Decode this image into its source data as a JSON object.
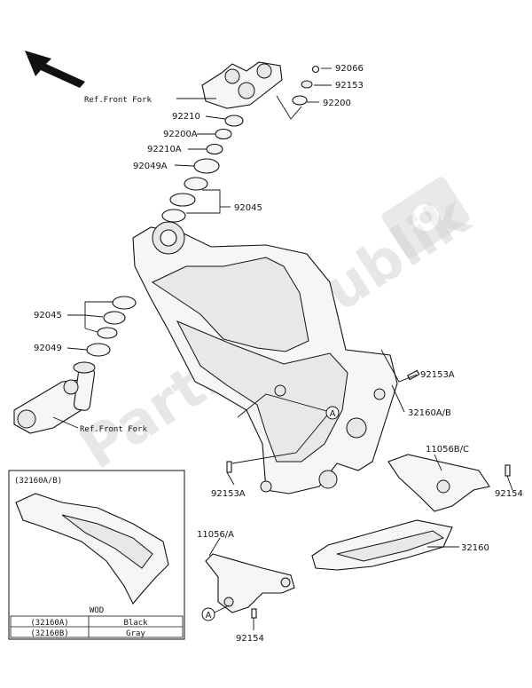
{
  "callouts": {
    "p92066": "92066",
    "p92153": "92153",
    "p92200": "92200",
    "ref_front_fork_top": "Ref.Front Fork",
    "p92210": "92210",
    "p92200A": "92200A",
    "p92210A": "92210A",
    "p92049A": "92049A",
    "p92045_upper": "92045",
    "p92045_lower": "92045",
    "p92049": "92049",
    "ref_front_fork_bottom": "Ref.Front Fork",
    "p92153A_right": "92153A",
    "p32160AB": "32160A/B",
    "p11056BC": "11056B/C",
    "p92153A_left": "92153A",
    "p92154_right": "92154",
    "p11056A": "11056/A",
    "p32160": "32160",
    "p92154_bottom": "92154",
    "circle_a": "A"
  },
  "inset": {
    "title": "(32160A/B)",
    "table_header": "WOD",
    "rows": [
      {
        "part": "(32160A)",
        "color": "Black"
      },
      {
        "part": "(32160B)",
        "color": "Gray"
      }
    ]
  },
  "watermark": "PartsRepublik"
}
